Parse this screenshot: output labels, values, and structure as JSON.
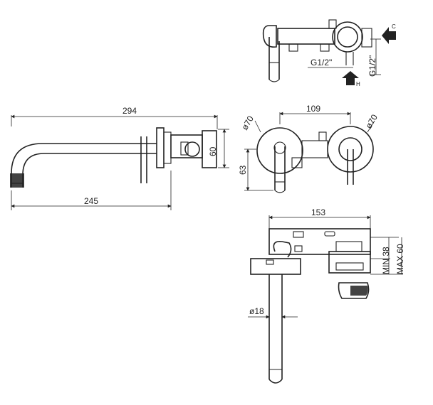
{
  "side_view": {
    "overall_length": "294",
    "spout_reach": "245",
    "plate_height": "60"
  },
  "front_view": {
    "center_distance": "109",
    "left_diameter": "ø70",
    "right_diameter": "ø70",
    "spout_height": "63"
  },
  "top_view": {
    "thread_left": "G1/2\"",
    "thread_right": "G1/2\"",
    "cold_label": "C",
    "hot_label": "H"
  },
  "section_view": {
    "body_width": "153",
    "spout_diameter": "ø18",
    "depth_min": "MIN 38",
    "depth_max": "MAX 60"
  }
}
